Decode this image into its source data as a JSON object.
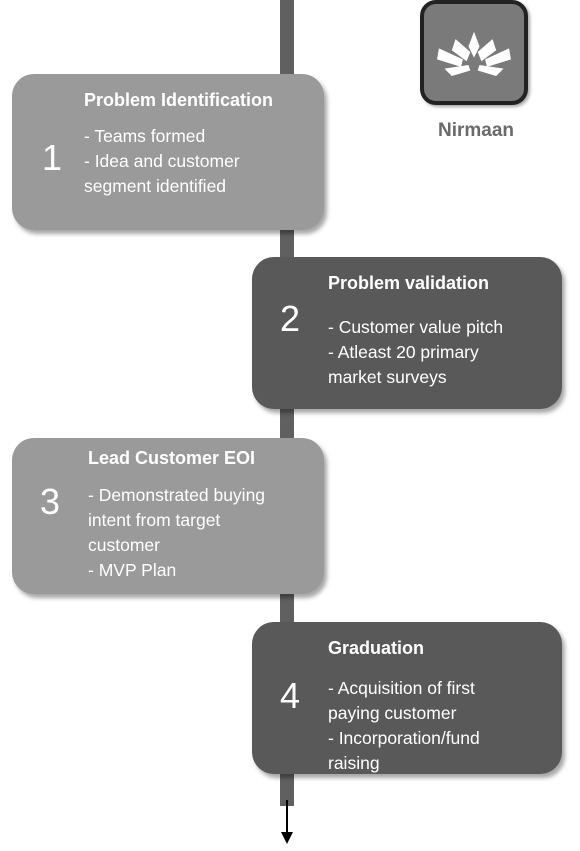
{
  "logo": {
    "name": "Nirmaan",
    "icon": "lotus-icon"
  },
  "colors": {
    "light_box": "#9a9a9a",
    "dark_box": "#595959",
    "line": "#606060"
  },
  "stages": [
    {
      "number": "1",
      "title": "Problem Identification",
      "lines": [
        "- Teams formed",
        "- Idea and customer",
        "segment identified"
      ]
    },
    {
      "number": "2",
      "title": "Problem validation",
      "lines": [
        "- Customer value pitch",
        "- Atleast 20 primary",
        "market surveys"
      ]
    },
    {
      "number": "3",
      "title": "Lead Customer EOI",
      "lines": [
        "- Demonstrated buying",
        "intent from target",
        "customer",
        "- MVP Plan"
      ]
    },
    {
      "number": "4",
      "title": "Graduation",
      "lines": [
        "- Acquisition of first",
        "paying customer",
        "- Incorporation/fund",
        "raising"
      ]
    }
  ]
}
